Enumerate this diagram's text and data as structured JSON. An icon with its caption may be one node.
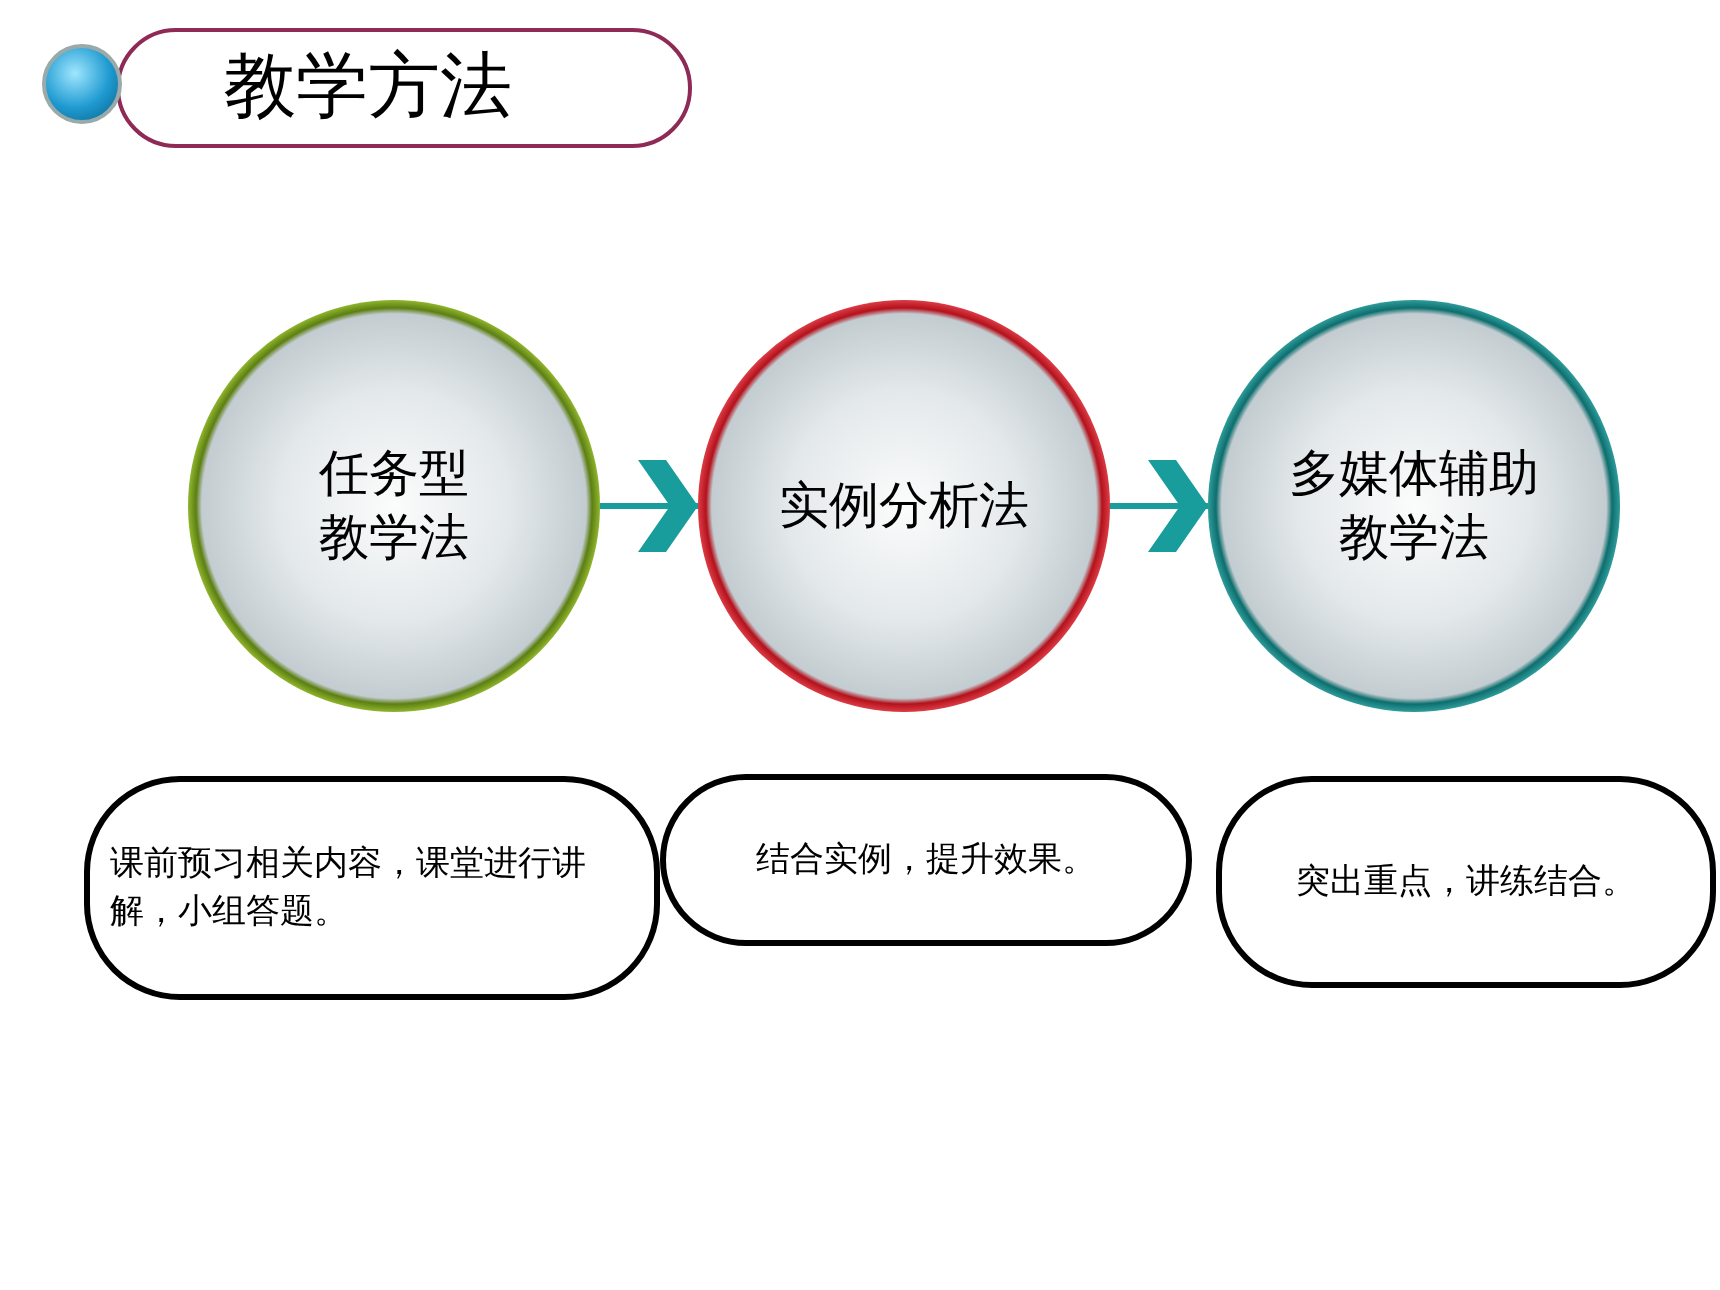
{
  "diagram": {
    "title": "教学方法",
    "nodes": [
      {
        "text": [
          "任务型教学法"
        ]
      },
      {
        "text": [
          "实例分析法"
        ]
      },
      {
        "text": [
          "多媒体辅助教学法"
        ]
      },
      {
        "text": [
          "课前预习相关内容，课堂进行讲解，小组答题。"
        ]
      },
      {
        "text": [
          "结合实例，提升效果。"
        ]
      },
      {
        "text": [
          "突出重点，讲练结合。"
        ]
      }
    ],
    "edges": [
      {
        "from": 0,
        "to": 1,
        "arrow": "to"
      },
      {
        "from": 1,
        "to": 2,
        "arrow": "to"
      }
    ]
  }
}
